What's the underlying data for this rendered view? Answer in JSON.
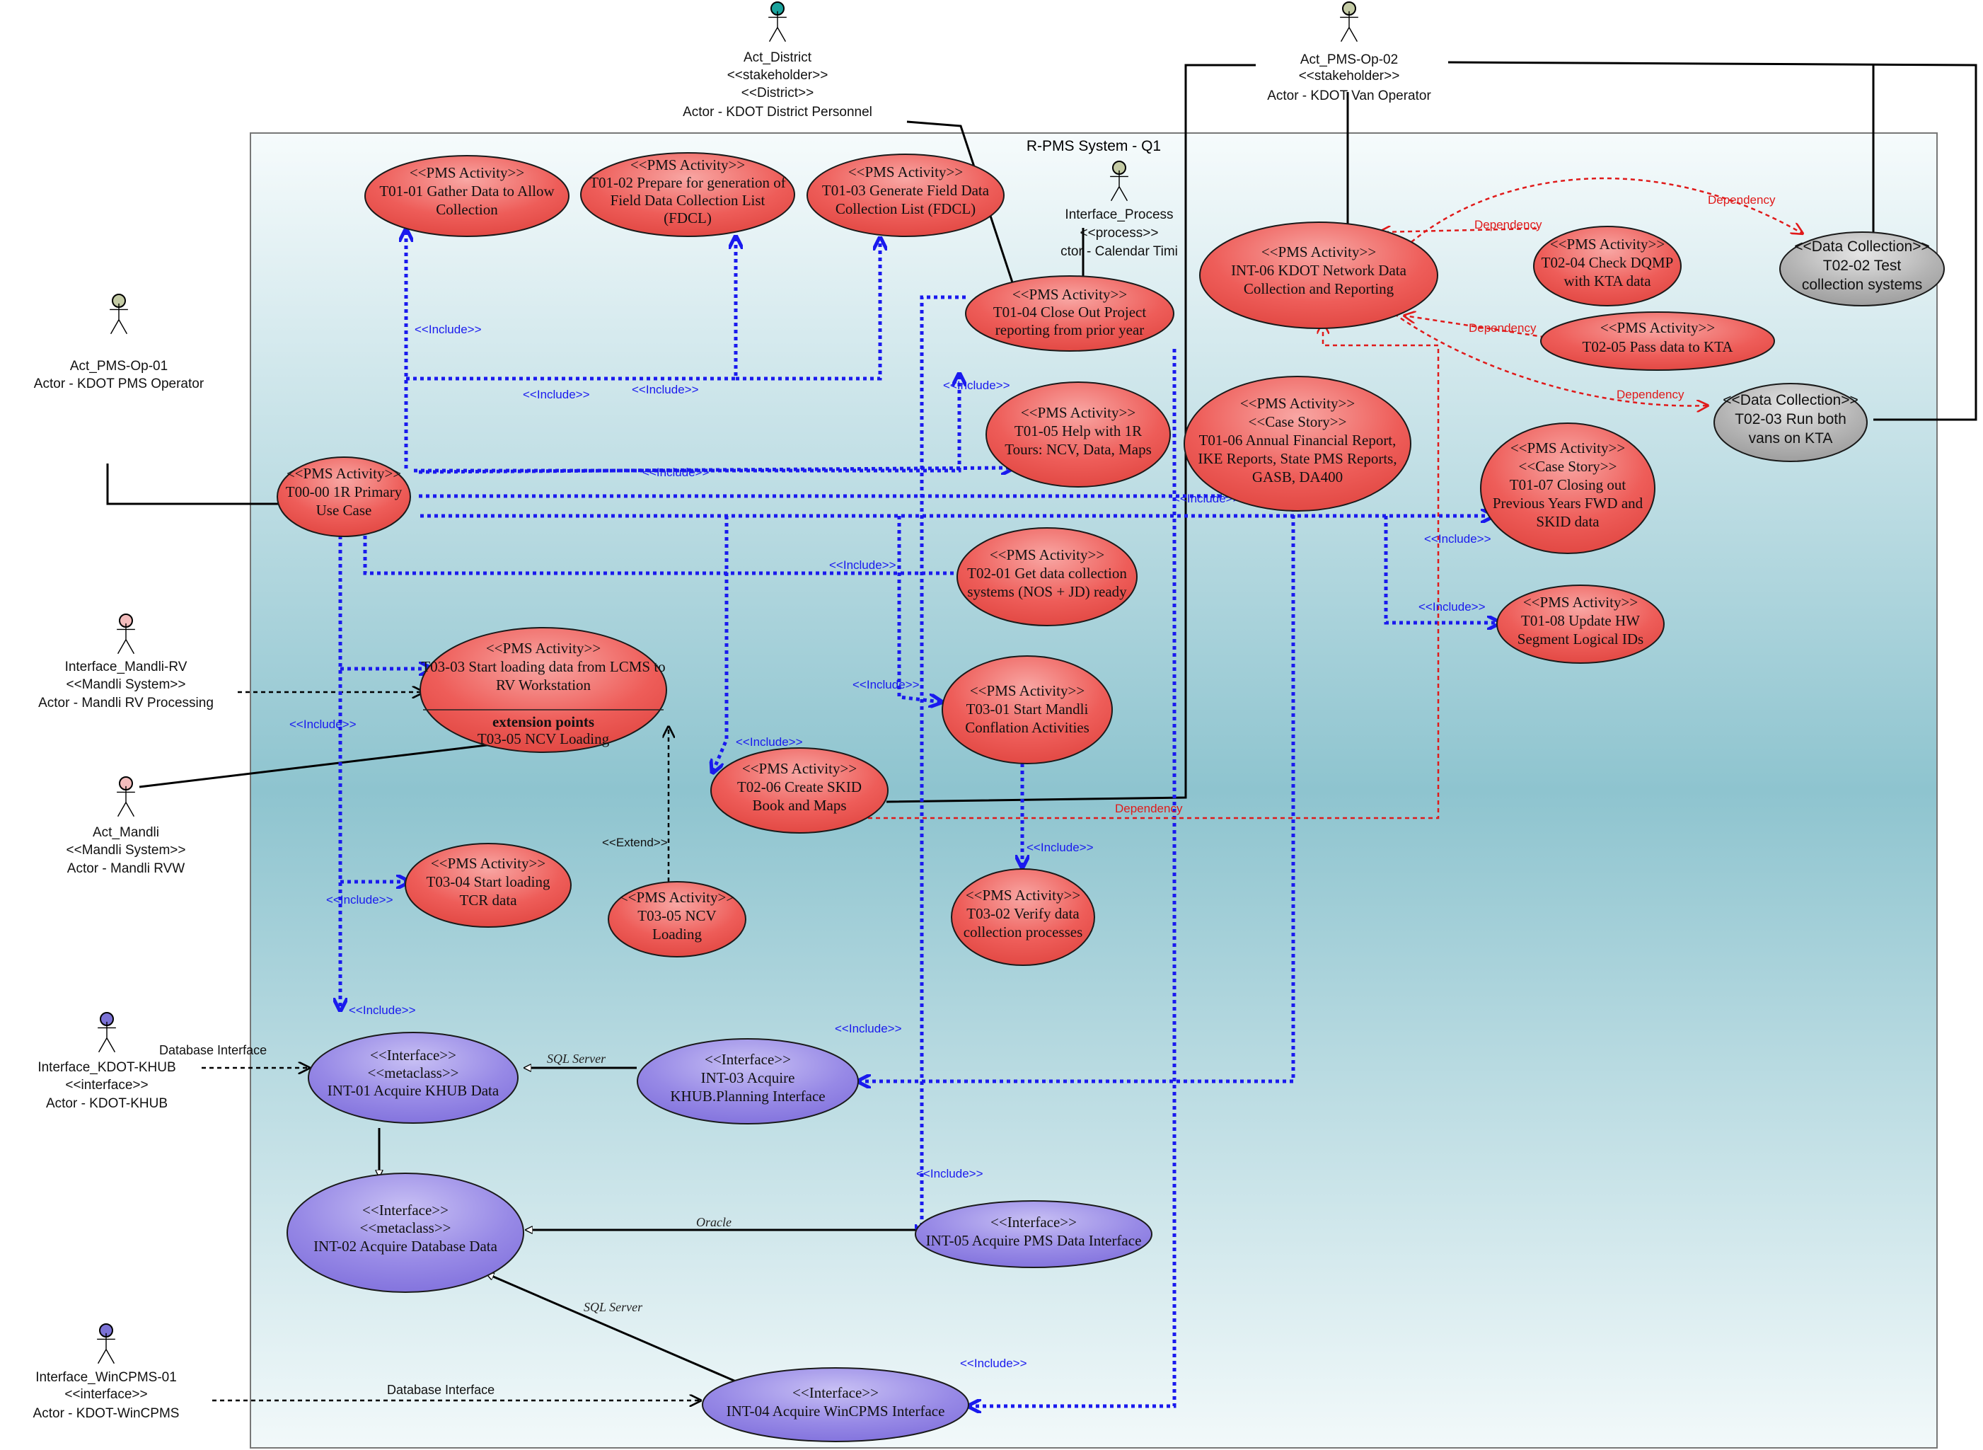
{
  "system": {
    "title": "R-PMS System - Q1"
  },
  "actors": {
    "district": [
      "Act_District",
      "<<stakeholder>>",
      "<<District>>",
      "Actor - KDOT District Personnel"
    ],
    "op02": [
      "Act_PMS-Op-02",
      "<<stakeholder>>",
      "Actor - KDOT Van Operator"
    ],
    "op01": [
      "Act_PMS-Op-01",
      "Actor - KDOT PMS Operator"
    ],
    "process": [
      "Interface_Process",
      "<<process>>",
      "ctor - Calendar Timi"
    ],
    "mandli_rv": [
      "Interface_Mandli-RV",
      "<<Mandli System>>",
      "Actor - Mandli RV Processing"
    ],
    "mandli": [
      "Act_Mandli",
      "<<Mandli System>>",
      "Actor - Mandli RVW"
    ],
    "khub": [
      "Interface_KDOT-KHUB",
      "<<interface>>",
      "Actor - KDOT-KHUB"
    ],
    "wincpms": [
      "Interface_WinCPMS-01",
      "<<interface>>",
      "Actor - KDOT-WinCPMS"
    ]
  },
  "usecases": {
    "t0101": [
      "<<PMS Activity>>",
      "T01-01 Gather Data to Allow",
      "Collection"
    ],
    "t0102": [
      "<<PMS Activity>>",
      "T01-02 Prepare for generation of",
      "Field Data Collection List",
      "(FDCL)"
    ],
    "t0103": [
      "<<PMS Activity>>",
      "T01-03 Generate Field Data",
      "Collection List (FDCL)"
    ],
    "t0104": [
      "<<PMS Activity>>",
      "T01-04 Close Out Project",
      "reporting from prior year"
    ],
    "t0105": [
      "<<PMS Activity>>",
      "T01-05 Help with 1R",
      "Tours: NCV, Data, Maps"
    ],
    "t0106": [
      "<<PMS Activity>>",
      "<<Case Story>>",
      "T01-06 Annual Financial Report,",
      "IKE Reports, State PMS Reports,",
      "GASB, DA400"
    ],
    "t0107": [
      "<<PMS Activity>>",
      "<<Case Story>>",
      "T01-07 Closing out",
      "Previous Years FWD and",
      "SKID data"
    ],
    "t0108": [
      "<<PMS Activity>>",
      "T01-08 Update HW",
      "Segment Logical IDs"
    ],
    "t0000": [
      "<<PMS Activity>>",
      "T00-00 1R Primary",
      "Use Case"
    ],
    "t0201": [
      "<<PMS Activity>>",
      "T02-01 Get data collection",
      "systems (NOS + JD) ready"
    ],
    "t0303": [
      "<<PMS Activity>>",
      "T03-03 Start loading data from LCMS to",
      "RV Workstation"
    ],
    "t0303_ext": [
      "extension points",
      "T03-05 NCV Loading"
    ],
    "t0301": [
      "<<PMS Activity>>",
      "T03-01 Start Mandli",
      "Conflation Activities"
    ],
    "t0206": [
      "<<PMS Activity>>",
      "T02-06 Create SKID",
      "Book and Maps"
    ],
    "t0304": [
      "<<PMS Activity>>",
      "T03-04 Start loading",
      "TCR data"
    ],
    "t0305": [
      "<<PMS Activity>>",
      "T03-05 NCV",
      "Loading"
    ],
    "t0302": [
      "<<PMS Activity>>",
      "T03-02 Verify data",
      "collection processes"
    ],
    "int06": [
      "<<PMS Activity>>",
      "INT-06 KDOT Network Data",
      "Collection and Reporting"
    ],
    "t0204": [
      "<<PMS Activity>>",
      "T02-04 Check DQMP",
      "with KTA data"
    ],
    "t0205": [
      "<<PMS Activity>>",
      "T02-05 Pass data to KTA"
    ],
    "t0202": [
      "<<Data Collection>>",
      "T02-02 Test",
      "collection systems"
    ],
    "t0203": [
      "<<Data Collection>>",
      "T02-03 Run both",
      "vans on KTA"
    ],
    "int01": [
      "<<Interface>>",
      "<<metaclass>>",
      "INT-01 Acquire KHUB Data"
    ],
    "int03": [
      "<<Interface>>",
      "INT-03 Acquire",
      "KHUB.Planning Interface"
    ],
    "int02": [
      "<<Interface>>",
      "<<metaclass>>",
      "INT-02 Acquire Database Data"
    ],
    "int05": [
      "<<Interface>>",
      "INT-05 Acquire PMS Data Interface"
    ],
    "int04": [
      "<<Interface>>",
      "INT-04 Acquire WinCPMS Interface"
    ]
  },
  "labels": {
    "include": "<<Include>>",
    "extend": "<<Extend>>",
    "dependency": "Dependency",
    "sql_server": "SQL Server",
    "oracle": "Oracle",
    "db_interface": "Database Interface"
  }
}
